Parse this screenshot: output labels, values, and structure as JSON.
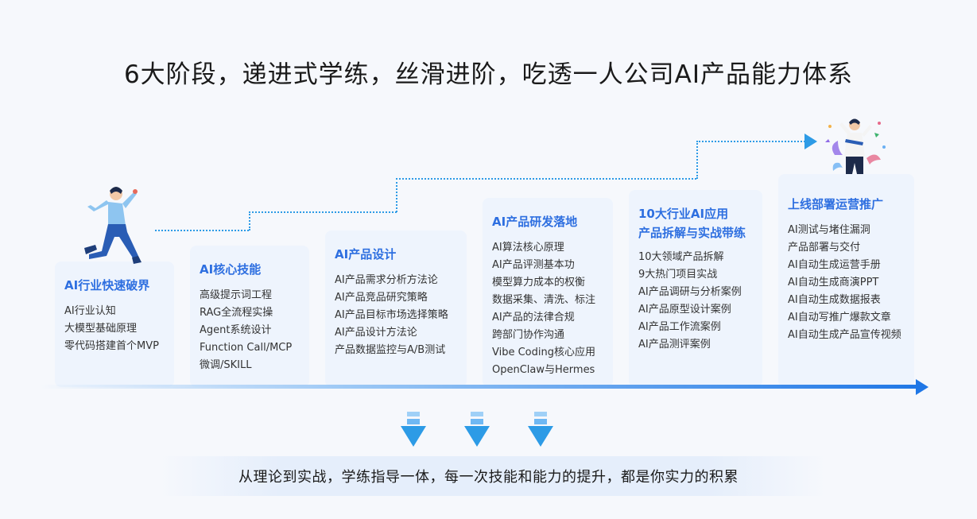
{
  "title": "6大阶段，递进式学练，丝滑进阶，吃透一人公司AI产品能力体系",
  "stages": [
    {
      "title": "AI行业快速破界",
      "items": [
        "AI行业认知",
        "大模型基础原理",
        "零代码搭建首个MVP"
      ]
    },
    {
      "title": "AI核心技能",
      "items": [
        "高级提示词工程",
        "RAG全流程实操",
        "Agent系统设计",
        "Function Call/MCP",
        "微调/SKILL"
      ]
    },
    {
      "title": "AI产品设计",
      "items": [
        "AI产品需求分析方法论",
        "AI产品竞品研究策略",
        "AI产品目标市场选择策略",
        "AI产品设计方法论",
        "产品数据监控与A/B测试"
      ]
    },
    {
      "title": "AI产品研发落地",
      "items": [
        "AI算法核心原理",
        "AI产品评测基本功",
        "模型算力成本的权衡",
        "数据采集、清洗、标注",
        "AI产品的法律合规",
        "跨部门协作沟通",
        "Vibe Coding核心应用",
        "OpenClaw与Hermes"
      ]
    },
    {
      "title": "10大行业AI应用\n产品拆解与实战带练",
      "title_line1": "10大行业AI应用",
      "title_line2": "产品拆解与实战带练",
      "items": [
        "10大领域产品拆解",
        "9大热门项目实战",
        "AI产品调研与分析案例",
        "AI产品原型设计案例",
        "AI产品工作流案例",
        "AI产品测评案例"
      ]
    },
    {
      "title": "上线部署运营推广",
      "items": [
        "AI测试与堵住漏洞",
        "产品部署与交付",
        "AI自动生成运营手册",
        "AI自动生成商演PPT",
        "AI自动生成数据报表",
        "AI自动写推广爆款文章",
        "AI自动生成产品宣传视频"
      ]
    }
  ],
  "footer": "从理论到实战，学练指导一体，每一次技能和能力的提升，都是你实力的积累",
  "colors": {
    "accent": "#2e6fe0",
    "card": "#eef4fd",
    "axis": "#1f77e6",
    "dotted": "#2d9be6"
  }
}
